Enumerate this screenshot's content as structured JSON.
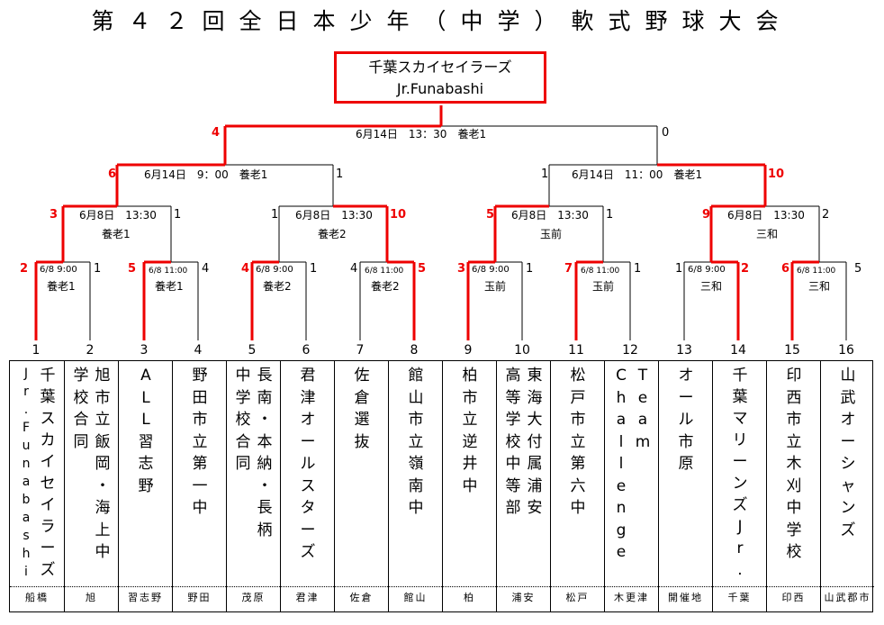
{
  "title": "第４２回全日本少年（中学）軟式野球大会",
  "champion": {
    "name": "千葉スカイセイラーズ",
    "name_en": "Jr.Funabashi"
  },
  "final": {
    "info": "6月14日　13：30　養老1",
    "score_left": "4",
    "score_right": "0"
  },
  "semis": [
    {
      "info": "6月14日　9：00　養老1",
      "score_left": "6",
      "score_right": "1"
    },
    {
      "info": "6月14日　11：00　養老1",
      "score_left": "1",
      "score_right": "10"
    }
  ],
  "quarters": [
    {
      "date": "6月8日　13:30",
      "venue": "養老1",
      "score_left": "3",
      "score_right": "1"
    },
    {
      "date": "6月8日　13:30",
      "venue": "養老2",
      "score_left": "1",
      "score_right": "10"
    },
    {
      "date": "6月8日　13:30",
      "venue": "玉前",
      "score_left": "5",
      "score_right": "1"
    },
    {
      "date": "6月8日　13:30",
      "venue": "三和",
      "score_left": "9",
      "score_right": "2"
    }
  ],
  "first_round": [
    {
      "time": "6/8 9:00",
      "venue": "養老1",
      "score_left": "2",
      "score_right": "1"
    },
    {
      "time": "6/8 11:00",
      "venue": "養老1",
      "score_left": "5",
      "score_right": "4"
    },
    {
      "time": "6/8 9:00",
      "venue": "養老2",
      "score_left": "4",
      "score_right": "1"
    },
    {
      "time": "6/8 11:00",
      "venue": "養老2",
      "score_left": "4",
      "score_right": "5"
    },
    {
      "time": "6/8 9:00",
      "venue": "玉前",
      "score_left": "3",
      "score_right": "1"
    },
    {
      "time": "6/8 11:00",
      "venue": "玉前",
      "score_left": "7",
      "score_right": "1"
    },
    {
      "time": "6/8 9:00",
      "venue": "三和",
      "score_left": "1",
      "score_right": "2"
    },
    {
      "time": "6/8 11:00",
      "venue": "三和",
      "score_left": "6",
      "score_right": "5"
    }
  ],
  "teams": [
    {
      "number": "1",
      "lines": [
        "千葉スカイセイラーズ",
        "Jr.Funabashi"
      ],
      "city": "船橋"
    },
    {
      "number": "2",
      "lines": [
        "旭市立飯岡・海上中",
        "学校合同"
      ],
      "city": "旭"
    },
    {
      "number": "3",
      "lines": [
        "ALL習志野"
      ],
      "city": "習志野"
    },
    {
      "number": "4",
      "lines": [
        "野田市立第一中"
      ],
      "city": "野田"
    },
    {
      "number": "5",
      "lines": [
        "長南・本納・長柄",
        "中学校合同"
      ],
      "city": "茂原"
    },
    {
      "number": "6",
      "lines": [
        "君津オールスターズ"
      ],
      "city": "君津"
    },
    {
      "number": "7",
      "lines": [
        "佐倉選抜"
      ],
      "city": "佐倉"
    },
    {
      "number": "8",
      "lines": [
        "館山市立嶺南中"
      ],
      "city": "館山"
    },
    {
      "number": "9",
      "lines": [
        "柏市立逆井中"
      ],
      "city": "柏"
    },
    {
      "number": "10",
      "lines": [
        "東海大付属浦安",
        "高等学校中等部"
      ],
      "city": "浦安"
    },
    {
      "number": "11",
      "lines": [
        "松戸市立第六中"
      ],
      "city": "松戸"
    },
    {
      "number": "12",
      "lines": [
        "Team",
        "Challenge"
      ],
      "city": "木更津"
    },
    {
      "number": "13",
      "lines": [
        "オール市原"
      ],
      "city": "開催地"
    },
    {
      "number": "14",
      "lines": [
        "千葉マリーンズJr."
      ],
      "city": "千葉"
    },
    {
      "number": "15",
      "lines": [
        "印西市立木刈中学校"
      ],
      "city": "印西"
    },
    {
      "number": "16",
      "lines": [
        "山武オーシャンズ"
      ],
      "city": "山武郡市"
    }
  ],
  "colors": {
    "winner_line": "#e00000",
    "line": "#000000"
  }
}
